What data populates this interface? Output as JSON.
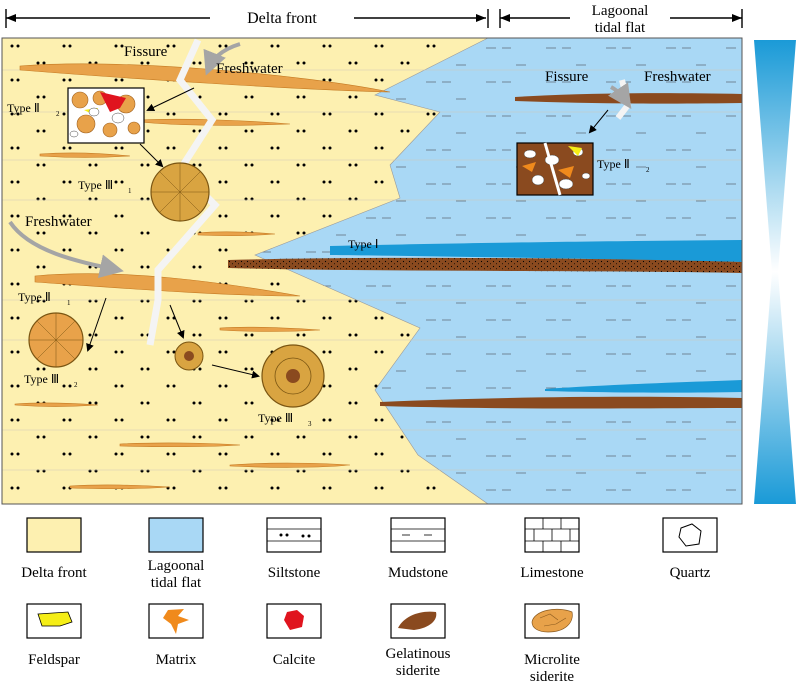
{
  "header": {
    "delta_front": "Delta front",
    "lagoonal_line1": "Lagoonal",
    "lagoonal_line2": "tidal flat"
  },
  "annotations": {
    "fissure_left": "Fissure",
    "freshwater_left_top": "Freshwater",
    "freshwater_left_mid": "Freshwater",
    "fissure_right": "Fissure",
    "freshwater_right": "Freshwater",
    "type_i": "Type Ⅰ",
    "type_ii2_left": "Type Ⅱ",
    "type_ii2_left_sub": "2",
    "type_ii2_right": "Type Ⅱ",
    "type_ii2_right_sub": "2",
    "type_ii1": "Type Ⅱ",
    "type_ii1_sub": "1",
    "type_iii1": "Type Ⅲ",
    "type_iii1_sub": "1",
    "type_iii2": "Type Ⅲ",
    "type_iii2_sub": "2",
    "type_iii3": "Type Ⅲ",
    "type_iii3_sub": "3"
  },
  "legend": [
    {
      "key": "delta-front",
      "line1": "Delta front",
      "line2": ""
    },
    {
      "key": "lagoonal-tidal-flat",
      "line1": "Lagoonal",
      "line2": "tidal flat"
    },
    {
      "key": "siltstone",
      "line1": "Siltstone",
      "line2": ""
    },
    {
      "key": "mudstone",
      "line1": "Mudstone",
      "line2": ""
    },
    {
      "key": "limestone",
      "line1": "Limestone",
      "line2": ""
    },
    {
      "key": "quartz",
      "line1": "Quartz",
      "line2": ""
    },
    {
      "key": "feldspar",
      "line1": "Feldspar",
      "line2": ""
    },
    {
      "key": "matrix",
      "line1": "Matrix",
      "line2": ""
    },
    {
      "key": "calcite",
      "line1": "Calcite",
      "line2": ""
    },
    {
      "key": "gelatinous-siderite",
      "line1": "Gelatinous",
      "line2": "siderite"
    },
    {
      "key": "microlite-siderite",
      "line1": "Microlite",
      "line2": "siderite"
    }
  ],
  "colors": {
    "delta_front_fill": "#fdf0b0",
    "lagoon_fill": "#a9d8f5",
    "limestone_blue": "#1a9ad7",
    "siderite_brown": "#8a4a1f",
    "microlite_orange": "#e8a24a",
    "concretion_gold": "#d9a441",
    "feldspar_yellow": "#f5ee16",
    "calcite_red": "#e0141e",
    "matrix_orange": "#f08a1c",
    "fissure_white": "#f4f4f4",
    "arrow_grey": "#a5a5a5"
  }
}
